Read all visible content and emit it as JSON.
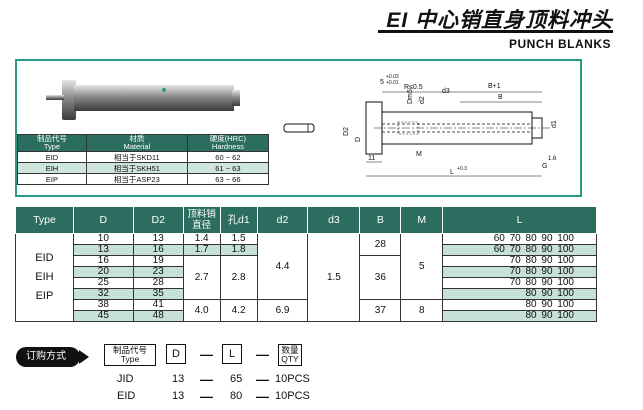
{
  "header": {
    "title_cn": "EI 中心销直身顶料冲头",
    "title_en": "PUNCH BLANKS"
  },
  "material_table": {
    "headers": [
      [
        "制品代号",
        "Type"
      ],
      [
        "材质",
        "Material"
      ],
      [
        "硬度(HRC)",
        "Hardness"
      ]
    ],
    "rows": [
      [
        "EID",
        "相当于SKD11",
        "60 ~ 62"
      ],
      [
        "EIH",
        "相当于SKH51",
        "61 ~ 63"
      ],
      [
        "EIP",
        "相当于ASP23",
        "63 ~ 66"
      ]
    ]
  },
  "drawing": {
    "labels": {
      "tol_top": "+0.03",
      "tol_bot": "+0.01",
      "five": "5",
      "radius": "R≤0.5",
      "dm5": "Dm5",
      "d2": "d2",
      "d3": "d3",
      "b1": "B+1",
      "b": "B",
      "d1": "d1",
      "m": "M",
      "eleven": "11",
      "l": "L",
      "l_tol": "+0.3",
      "l_tol0": "0",
      "d2dim": "D2",
      "ddim": "D",
      "d2tol": "-0.2",
      "d2tol0": "0",
      "dtol": "+0.01",
      "a16": "1.6",
      "g": "G",
      "a_tol": "(+0.02+)"
    }
  },
  "spec_table": {
    "headers": [
      "Type",
      "D",
      "D2",
      "顶料销\n直径",
      "孔d1",
      "d2",
      "d3",
      "B",
      "M",
      "L"
    ],
    "types": [
      "EID",
      "EIH",
      "EIP"
    ],
    "rows": [
      {
        "D": "10",
        "D2": "13",
        "pin": "1.4",
        "hole": "1.5",
        "L": "60  70  80  90  100"
      },
      {
        "D": "13",
        "D2": "16",
        "pin": "1.7",
        "hole": "1.8",
        "L": "60  70  80  90  100"
      },
      {
        "D": "16",
        "D2": "19",
        "L": "70  80  90  100"
      },
      {
        "D": "20",
        "D2": "23",
        "L": "70  80  90  100"
      },
      {
        "D": "25",
        "D2": "28",
        "L": "70  80  90  100"
      },
      {
        "D": "32",
        "D2": "35",
        "L": "80  90  100"
      },
      {
        "D": "38",
        "D2": "41",
        "L": "80  90  100"
      },
      {
        "D": "45",
        "D2": "48",
        "L": "80  90  100"
      }
    ],
    "group_pin": "2.7",
    "group_hole": "2.8",
    "group2_pin": "4.0",
    "group2_hole": "4.2",
    "d2_a": "4.4",
    "d2_b": "6.9",
    "d3": "1.5",
    "b_a": "28",
    "b_b": "36",
    "b_c": "37",
    "m_a": "5",
    "m_b": "8"
  },
  "order": {
    "badge": "订购方式",
    "code_cn": "制品代号",
    "code_en": "Type",
    "d": "D",
    "l": "L",
    "qty_cn": "数量",
    "qty_en": "QTY",
    "dash": "—",
    "examples": [
      {
        "type": "JID",
        "d": "13",
        "l": "65",
        "qty": "10PCS"
      },
      {
        "type": "EID",
        "d": "13",
        "l": "80",
        "qty": "10PCS"
      }
    ]
  },
  "colors": {
    "accent": "#2a9a84",
    "header_bg": "#2b6e5f",
    "shade": "#c7e1d6"
  }
}
